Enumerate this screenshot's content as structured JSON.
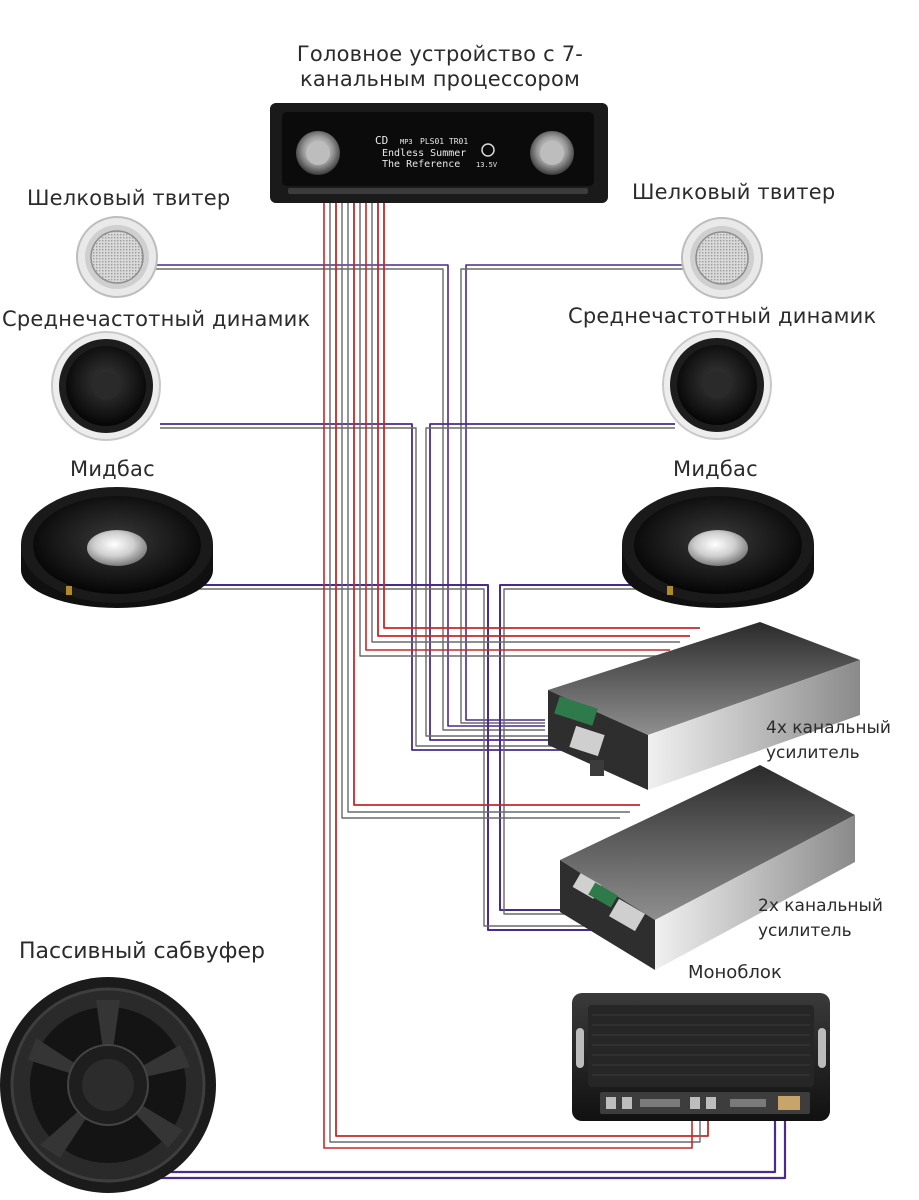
{
  "colors": {
    "wire_red": "#c62828",
    "wire_purple": "#4a2a8c",
    "wire_gray": "#6a6a6a",
    "lcd_text": "#e8e8e8",
    "text": "#2b2b2b"
  },
  "head_unit": {
    "label_line1": "Головное устройство с 7-",
    "label_line2": "канальным процессором",
    "display": {
      "line1": "Endless Summer",
      "line2": "The Reference",
      "mode": "CD",
      "format": "MP3",
      "track": "PLS01 TR01",
      "voltage": "13.5V"
    }
  },
  "speakers": {
    "tweeter_left": "Шелковый твитер",
    "tweeter_right": "Шелковый твитер",
    "midrange_left": "Среднечастотный динамик",
    "midrange_right": "Среднечастотный динамик",
    "midbass_left": "Мидбас",
    "midbass_right": "Мидбас",
    "subwoofer": "Пассивный сабвуфер"
  },
  "amplifiers": {
    "four_channel_line1": "4х канальный",
    "four_channel_line2": "усилитель",
    "two_channel_line1": "2х канальный",
    "two_channel_line2": "усилитель",
    "mono": "Моноблок"
  }
}
